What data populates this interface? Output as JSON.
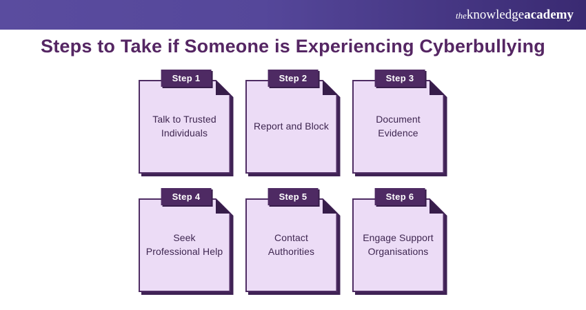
{
  "header": {
    "logo_the": "the",
    "logo_knowledge": "knowledge",
    "logo_academy": "academy"
  },
  "title": "Steps to Take if Someone is Experiencing Cyberbullying",
  "steps": [
    {
      "label": "Step 1",
      "text": "Talk to Trusted Individuals"
    },
    {
      "label": "Step 2",
      "text": "Report and Block"
    },
    {
      "label": "Step 3",
      "text": "Document Evidence"
    },
    {
      "label": "Step 4",
      "text": "Seek Professional Help"
    },
    {
      "label": "Step 5",
      "text": "Contact Authorities"
    },
    {
      "label": "Step 6",
      "text": "Engage Support Organisations"
    }
  ],
  "colors": {
    "header_gradient_left": "#5a4c9f",
    "header_gradient_right": "#3a2a72",
    "title_text": "#552663",
    "card_fill": "#ecdcf6",
    "card_outline": "#4e2c63",
    "card_shadow": "#3f2254",
    "fold": "#371d4a",
    "badge_bg": "#4e2a63",
    "badge_text": "#ffffff",
    "body_text": "#3e2650"
  }
}
